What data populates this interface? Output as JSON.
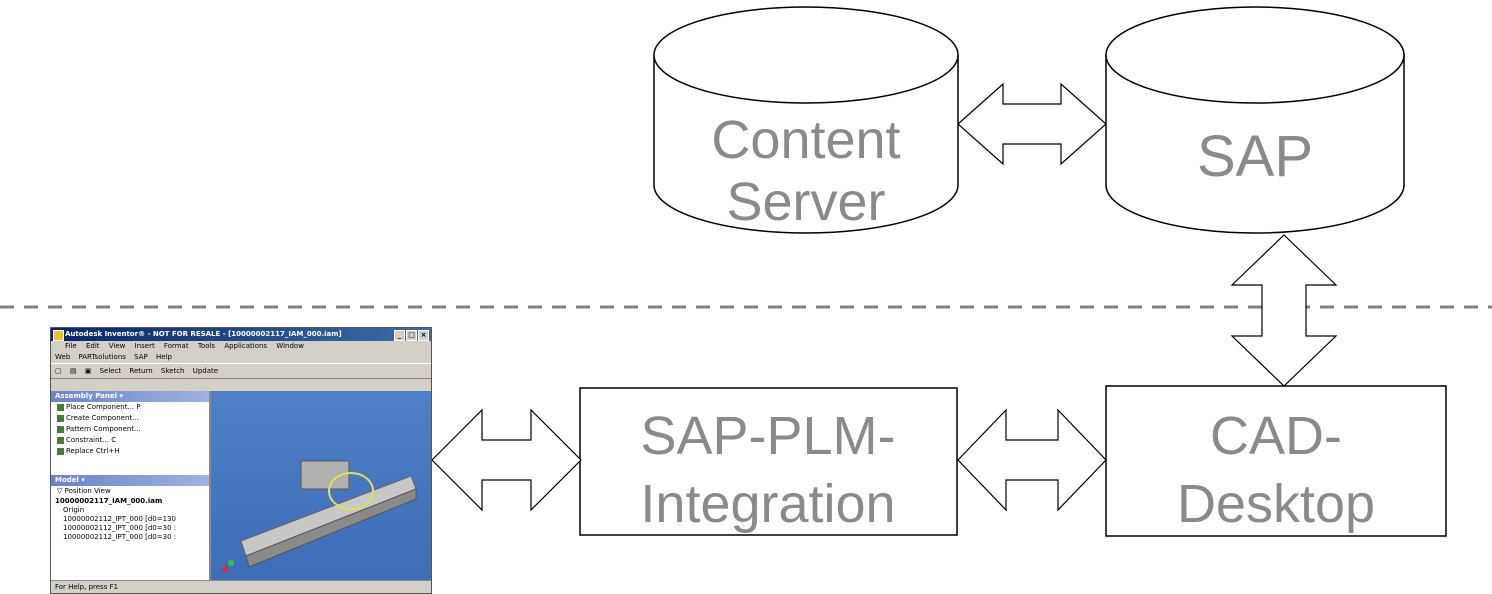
{
  "diagram": {
    "nodes": {
      "content_server": {
        "label_lines": [
          "Content",
          "Server"
        ]
      },
      "sap": {
        "label": "SAP"
      },
      "sap_plm": {
        "label_lines": [
          "SAP-PLM-",
          "Integration"
        ]
      },
      "cad_desktop": {
        "label_lines": [
          "CAD-",
          "Desktop"
        ]
      }
    },
    "colors": {
      "text": "#8a8a8a",
      "stroke": "#000000",
      "dash": "#808080"
    }
  },
  "cad_app": {
    "title": "Autodesk Inventor® - NOT FOR RESALE - [10000002117_IAM_000.iam]",
    "menu": [
      "File",
      "Edit",
      "View",
      "Insert",
      "Format",
      "Tools",
      "Applications",
      "Window"
    ],
    "menu2": [
      "Web",
      "PARTsolutions",
      "SAP",
      "Help"
    ],
    "toolbar": [
      "Select",
      "Return",
      "Sketch",
      "Update"
    ],
    "assembly_panel": {
      "header": "Assembly Panel ▾",
      "items": [
        "Place Component... P",
        "Create Component...",
        "Pattern Component...",
        "Constraint... C",
        "Replace Ctrl+H"
      ]
    },
    "model_panel": {
      "header": "Model ▾",
      "filter": "Position View",
      "items": [
        "10000002117_IAM_000.iam",
        "Origin",
        "10000002112_IPT_000 [d0=130",
        "10000002112_IPT_000 [d0=30 :",
        "10000002112_IPT_000 [d0=30 :"
      ]
    },
    "status": "For Help, press F1"
  }
}
